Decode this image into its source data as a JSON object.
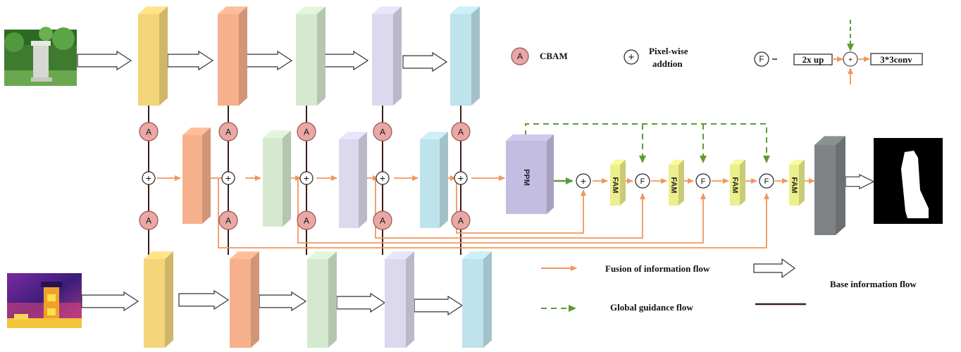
{
  "diagram": {
    "node_labels": {
      "cbam": "A",
      "ppm": "PPM",
      "fam": "FAM",
      "fam_op": "F",
      "pixel_add": "+"
    },
    "legend": {
      "cbam_label": "CBAM",
      "pixel_wise_line1": "Pixel-wise",
      "pixel_wise_line2": "addtion",
      "fam_box1": "2x up",
      "fam_box2": "3*3conv",
      "fusion_flow": "Fusion of information flow",
      "global_flow": "Global guidance flow",
      "base_flow": "Base information flow"
    },
    "colors": {
      "yellow": "#f3d67a",
      "salmon": "#f6b08c",
      "green": "#d5e9cf",
      "lavender": "#dcd8ee",
      "cyan": "#bfe3ec",
      "ppm": "#c3bde2",
      "fam": "#ecef8c",
      "cbam_fill": "#e8a8a6",
      "cbam_stroke": "#9b4f50",
      "fusion_arrow": "#f2955e",
      "global_arrow": "#5f9a34",
      "output_block": "#7f8386"
    },
    "images": {
      "rgb_input": "photo-rgb",
      "thermal_input": "photo-thermal",
      "output_mask": "segmentation-mask"
    }
  }
}
